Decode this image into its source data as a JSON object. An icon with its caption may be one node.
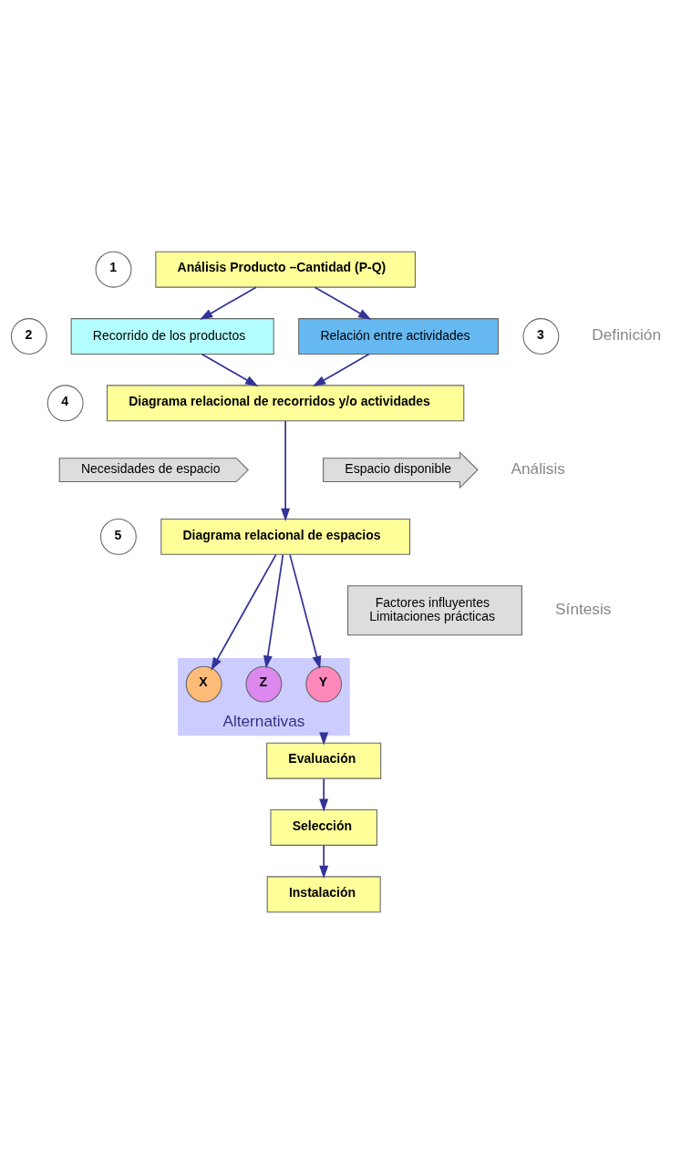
{
  "diagram": {
    "nodes": [
      {
        "text": [
          "1"
        ]
      },
      {
        "text": [
          "Análisis Producto –Cantidad (P-Q)"
        ]
      },
      {
        "text": [
          "2"
        ]
      },
      {
        "text": [
          "Recorrido de los productos"
        ]
      },
      {
        "text": [
          "Relación entre actividades"
        ]
      },
      {
        "text": [
          "3"
        ]
      },
      {
        "text": [
          "4"
        ]
      },
      {
        "text": [
          "Diagrama relacional de recorridos y/o actividades"
        ]
      },
      {
        "text": [
          "Necesidades de espacio"
        ]
      },
      {
        "text": [
          "Espacio disponible"
        ]
      },
      {
        "text": [
          "5"
        ]
      },
      {
        "text": [
          "Diagrama relacional de espacios"
        ]
      },
      {
        "text": [
          "Factores influyentes",
          "Limitaciones prácticas"
        ]
      },
      {
        "text": [
          "Alternativas"
        ]
      },
      {
        "text": [
          "X"
        ],
        "in": 13
      },
      {
        "text": [
          "Y"
        ],
        "in": 13
      },
      {
        "text": [
          "Z"
        ],
        "in": 13
      },
      {
        "text": [
          "Evaluación"
        ]
      },
      {
        "text": [
          "Selección"
        ]
      },
      {
        "text": [
          "Instalación"
        ]
      }
    ],
    "edges": [
      {
        "from": 1,
        "to": 3,
        "arrow": "to"
      },
      {
        "from": 1,
        "to": 4,
        "arrow": "to"
      },
      {
        "from": 3,
        "to": 7,
        "arrow": "to"
      },
      {
        "from": 4,
        "to": 7,
        "arrow": "to"
      },
      {
        "from": 7,
        "to": 11,
        "arrow": "to"
      },
      {
        "from": 11,
        "to": 14,
        "arrow": "to"
      },
      {
        "from": 11,
        "to": 15,
        "arrow": "to"
      },
      {
        "from": 11,
        "to": 16,
        "arrow": "to"
      },
      {
        "from": 13,
        "to": 17,
        "arrow": "to"
      },
      {
        "from": 17,
        "to": 18,
        "arrow": "to"
      },
      {
        "from": 18,
        "to": 19,
        "arrow": "to"
      }
    ],
    "labels": [
      "Definición",
      "Análisis",
      "Síntesis"
    ]
  }
}
